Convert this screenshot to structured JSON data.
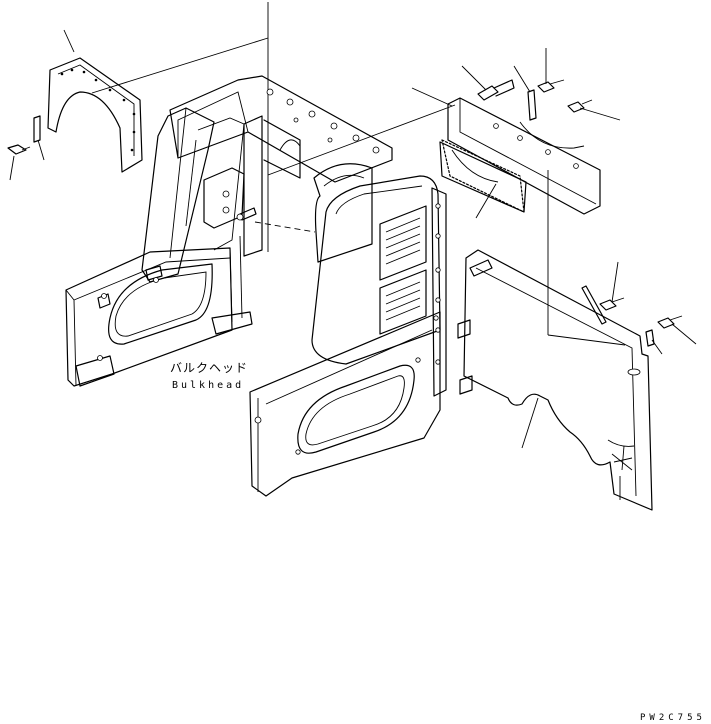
{
  "labels": {
    "part_name_jp": "バルクヘッド",
    "part_name_en": "Bulkhead",
    "drawing_code": "PW2C755"
  }
}
